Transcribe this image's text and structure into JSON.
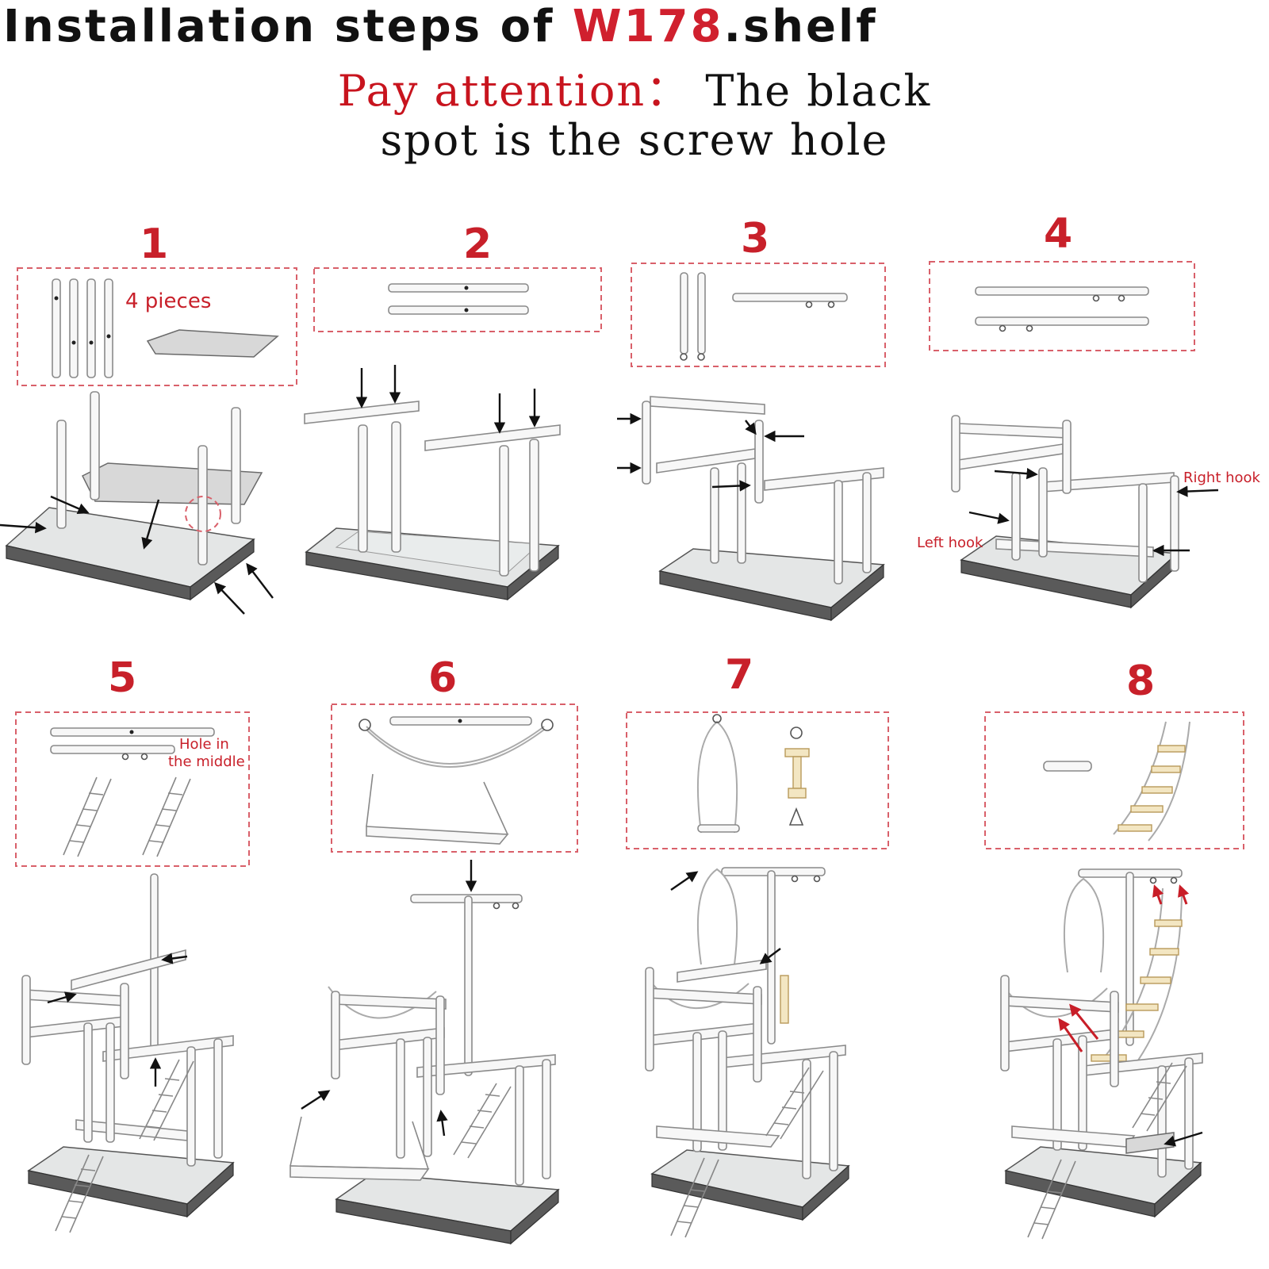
{
  "header": {
    "title_prefix": "Installation steps of ",
    "title_model": "W178",
    "title_suffix": ".shelf",
    "note_label": "Pay attention：",
    "note_text_1": "The black",
    "note_text_2": "spot is the screw hole"
  },
  "colors": {
    "accent": "#c8202a",
    "box_border": "#d9606a",
    "text": "#111111"
  },
  "steps": [
    {
      "number": "1",
      "label": "4 pieces"
    },
    {
      "number": "2"
    },
    {
      "number": "3"
    },
    {
      "number": "4",
      "label_right": "Right hook",
      "label_left": "Left hook"
    },
    {
      "number": "5",
      "label_line1": "Hole in",
      "label_line2": "the middle"
    },
    {
      "number": "6"
    },
    {
      "number": "7"
    },
    {
      "number": "8"
    }
  ]
}
